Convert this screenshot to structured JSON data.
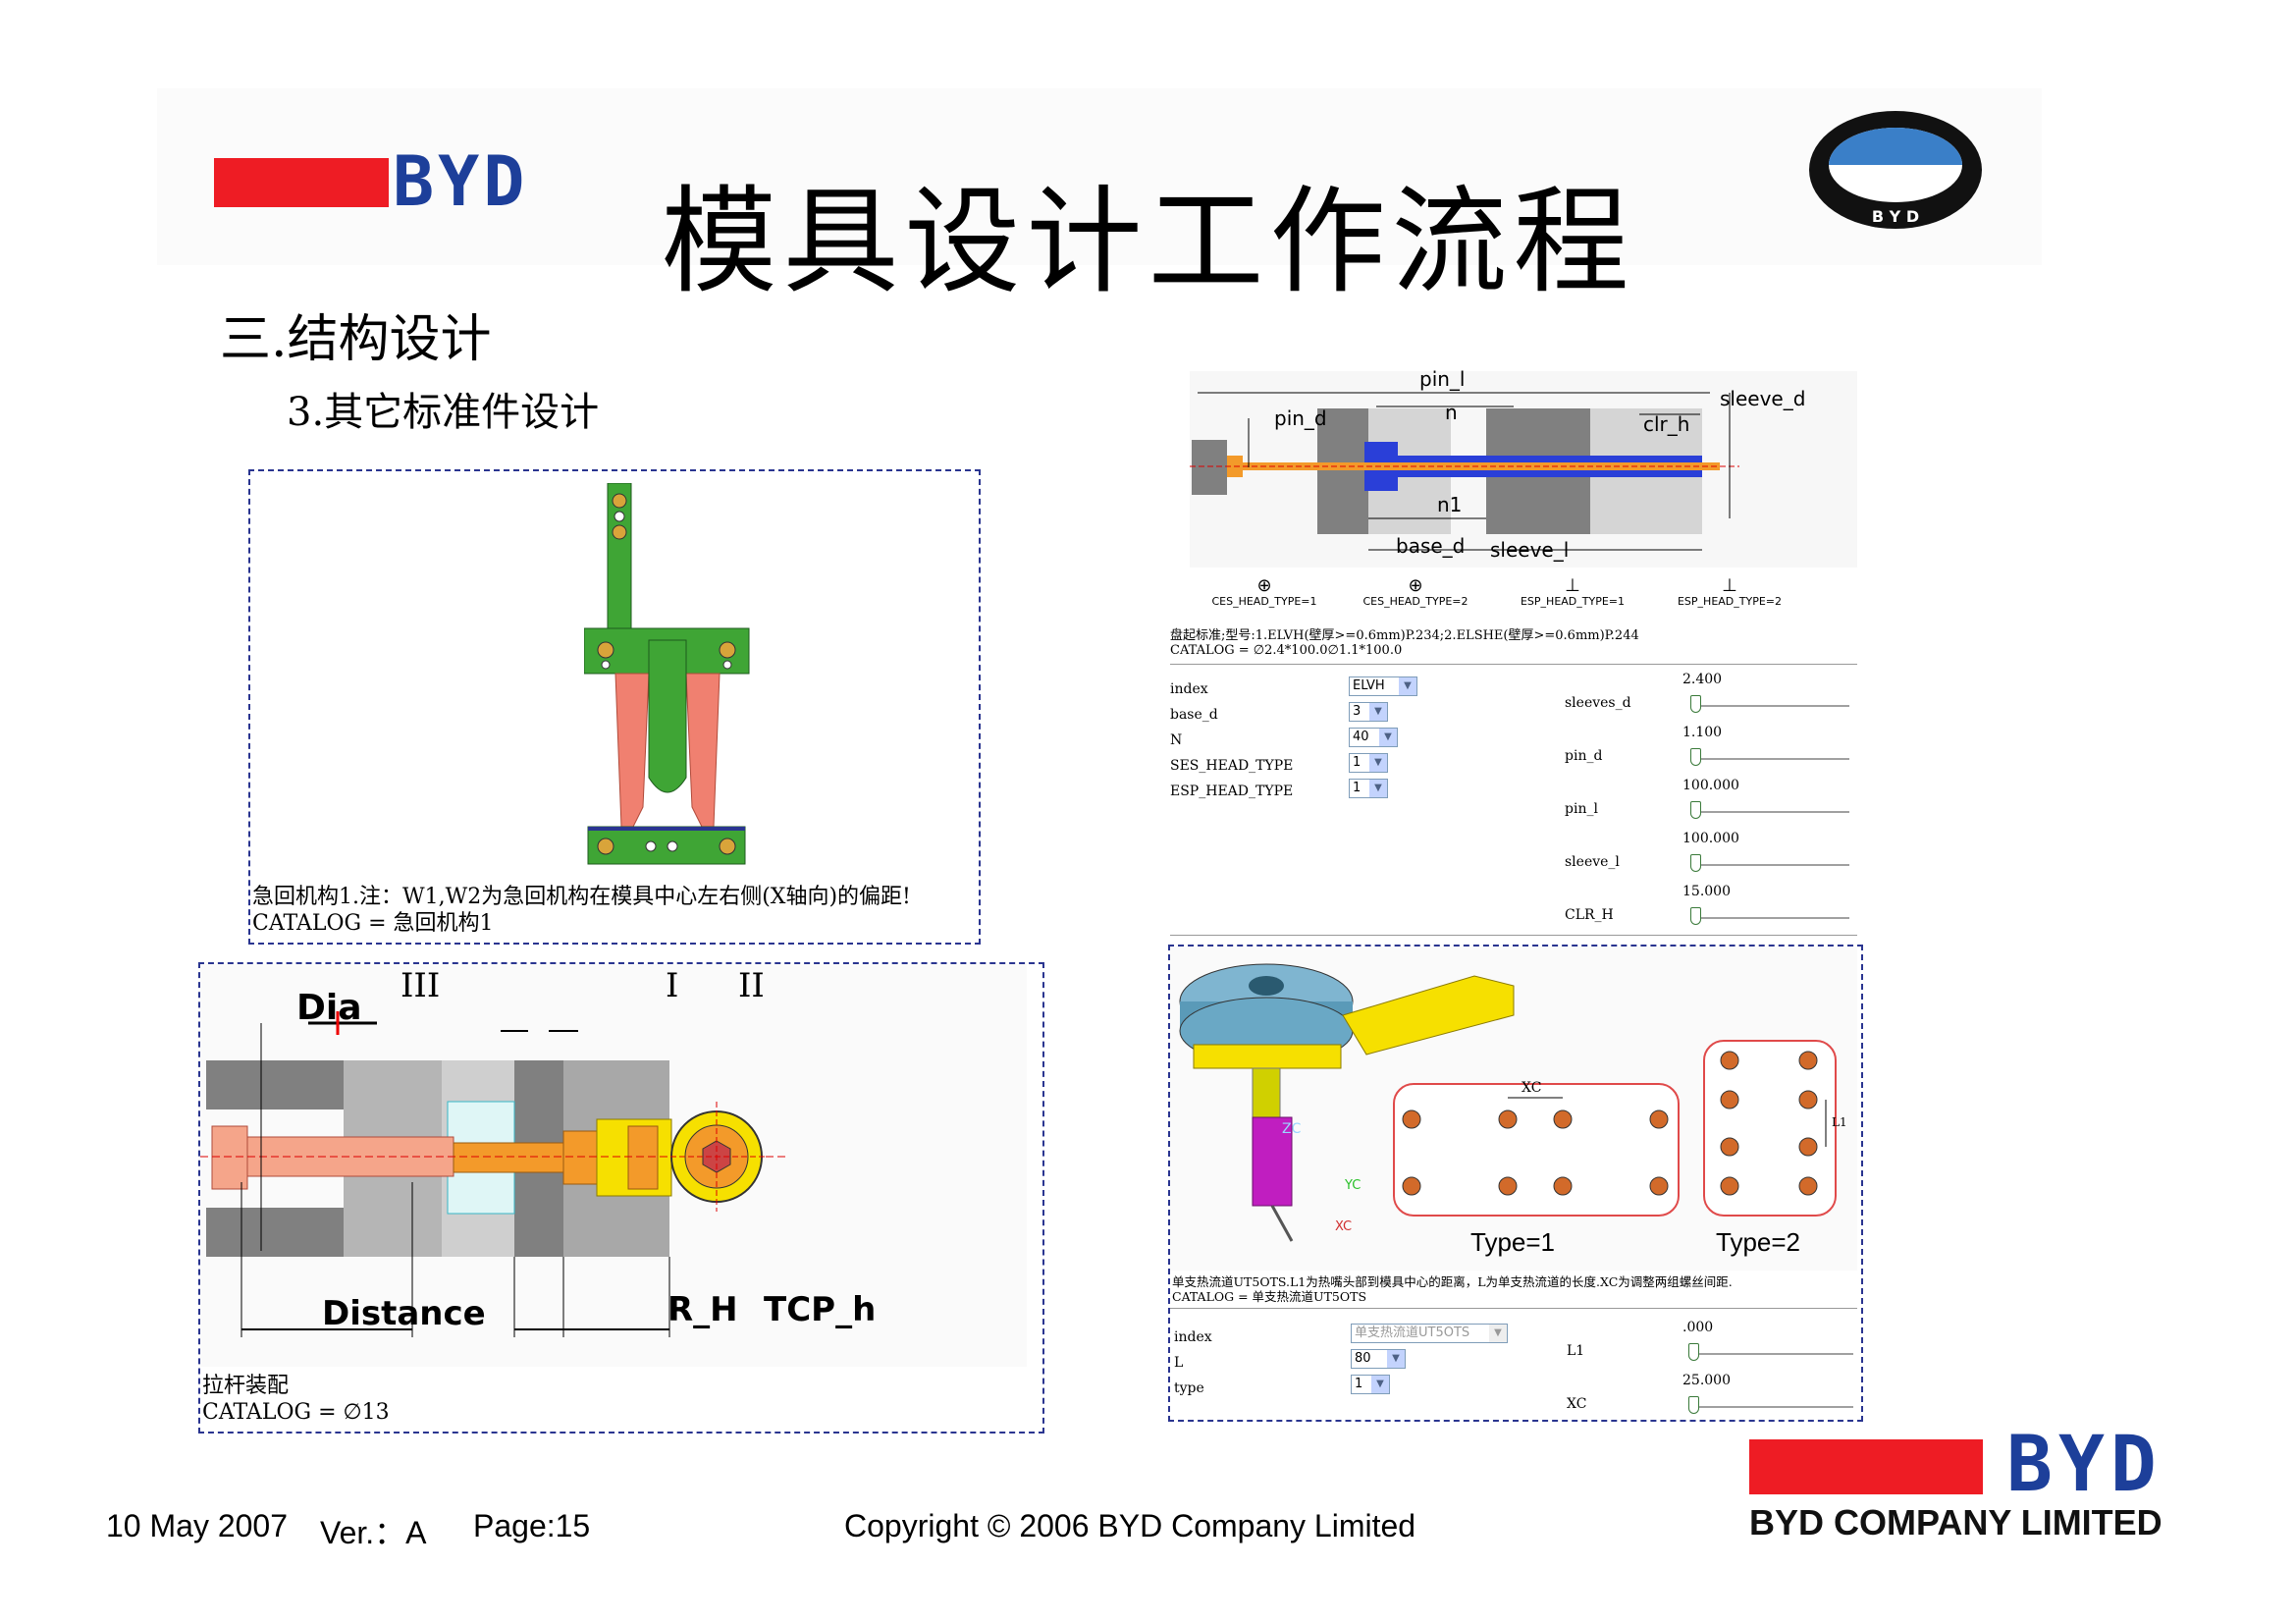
{
  "header": {
    "title": "模具设计工作流程",
    "logo_text": "BYD",
    "emblem_text": "B Y D"
  },
  "section": {
    "heading": "三.结构设计",
    "subheading": "3.其它标准件设计"
  },
  "panel_quick_return": {
    "caption_line1": "急回机构1.注：W1,W2为急回机构在模具中心左右侧(X轴向)的偏距!",
    "caption_line2": "CATALOG = 急回机构1"
  },
  "panel_pull_rod": {
    "labels": {
      "dia": "Dia",
      "roman3": "III",
      "roman1": "I",
      "roman2": "II",
      "distance": "Distance",
      "r_h": "R_H",
      "tcp_h": "TCP_h"
    },
    "caption_line1": "拉杆装配",
    "caption_line2": "CATALOG = ∅13"
  },
  "panel_sleeve": {
    "dims": {
      "pin_l": "pin_l",
      "pin_d": "pin_d",
      "n": "n",
      "clr_h": "clr_h",
      "sleeve_d": "sleeve_d",
      "n1": "n1",
      "base_d": "base_d",
      "sleeve_l": "sleeve_l"
    },
    "head_types": [
      "CES_HEAD_TYPE=1",
      "CES_HEAD_TYPE=2",
      "ESP_HEAD_TYPE=1",
      "ESP_HEAD_TYPE=2"
    ],
    "note_line1": "盘起标准;型号:1.ELVH(壁厚>=0.6mm)P.234;2.ELSHE(壁厚>=0.6mm)P.244",
    "note_line2": "CATALOG = ∅2.4*100.0∅1.1*100.0",
    "params": [
      {
        "label": "index",
        "value": "ELVH"
      },
      {
        "label": "base_d",
        "value": "3"
      },
      {
        "label": "N",
        "value": "40"
      },
      {
        "label": "SES_HEAD_TYPE",
        "value": "1"
      },
      {
        "label": "ESP_HEAD_TYPE",
        "value": "1"
      }
    ],
    "sliders": [
      {
        "label": "sleeves_d",
        "value": "2.400"
      },
      {
        "label": "pin_d",
        "value": "1.100"
      },
      {
        "label": "pin_l",
        "value": "100.000"
      },
      {
        "label": "sleeve_l",
        "value": "100.000"
      },
      {
        "label": "CLR_H",
        "value": "15.000"
      }
    ]
  },
  "panel_hot_runner": {
    "axis_labels": {
      "zc": "ZC",
      "yc": "YC",
      "xc": "XC",
      "xc_dim": "XC",
      "l1_dim": "L1"
    },
    "type1": "Type=1",
    "type2": "Type=2",
    "note_line1": "单支热流道UT5OTS.L1为热嘴头部到模具中心的距离，L为单支热流道的长度.XC为调整两组螺丝间距.",
    "note_line2": "CATALOG = 单支热流道UT5OTS",
    "params": [
      {
        "label": "index",
        "value": "单支热流道UT5OTS"
      },
      {
        "label": "L",
        "value": "80"
      },
      {
        "label": "type",
        "value": "1"
      }
    ],
    "sliders": [
      {
        "label": "L1",
        "value": ".000"
      },
      {
        "label": "XC",
        "value": "25.000"
      }
    ]
  },
  "footer": {
    "date": "10 May 2007",
    "version": "Ver.：A",
    "page": "Page:15",
    "copyright": "Copyright © 2006 BYD Company Limited",
    "company": "BYD COMPANY LIMITED",
    "logo_text": "BYD"
  },
  "colors": {
    "brand_red": "#ee1c24",
    "brand_blue": "#1d3f9a",
    "green_plate": "#3fa535",
    "salmon": "#f08070",
    "orange": "#f39a2a",
    "mold_gray": "#8c8c8c",
    "dashed_border": "#2a3590"
  }
}
